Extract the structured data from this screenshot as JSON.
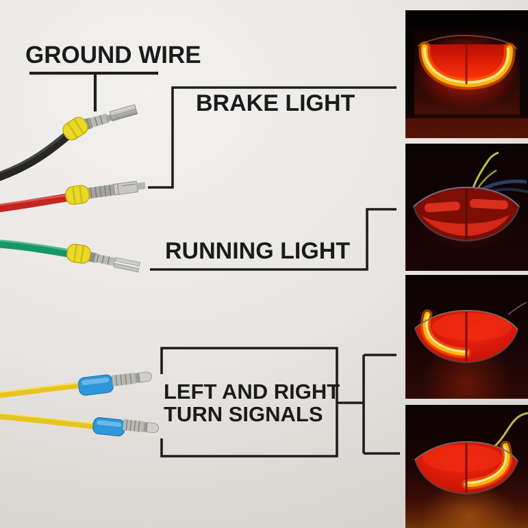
{
  "title": "Motorcycle tail light wiring diagram",
  "line_color": "#1d1d1d",
  "labels": {
    "ground": "GROUND WIRE",
    "brake": "BRAKE LIGHT",
    "running": "RUNNING LIGHT",
    "turn_line1": "LEFT AND RIGHT",
    "turn_line2": "TURN SIGNALS"
  },
  "wires": [
    {
      "name": "ground-wire",
      "color": "#262626",
      "terminal": "bare-metal-pin",
      "seal": "yellow-grommet"
    },
    {
      "name": "brake-wire",
      "color": "#c32620",
      "terminal": "bare-metal-pin",
      "seal": "yellow-grommet"
    },
    {
      "name": "running-wire",
      "color": "#16976b",
      "terminal": "bare-metal-pin",
      "seal": "yellow-grommet"
    },
    {
      "name": "turn-signal-wire-1",
      "color": "#e6c41d",
      "terminal": "bullet-connector",
      "seal": "blue-crimp"
    },
    {
      "name": "turn-signal-wire-2",
      "color": "#e6c41d",
      "terminal": "bullet-connector",
      "seal": "blue-crimp"
    }
  ],
  "connectors": {
    "grommet": "#ead928",
    "grommet_edge": "#bda90f",
    "crimp": "#2f97d9",
    "metal": "#bcbcb6"
  },
  "photos": [
    {
      "name": "brake-light-on"
    },
    {
      "name": "running-light-on"
    },
    {
      "name": "left-turn-signal-on"
    },
    {
      "name": "right-turn-signal-on"
    }
  ]
}
